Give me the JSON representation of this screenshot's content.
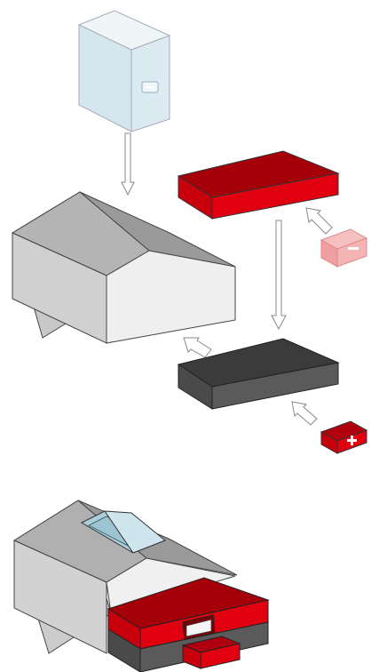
{
  "diagram": {
    "colors": {
      "background": "#ffffff",
      "ghost_box": "#d9e9ef",
      "house_roof": "#9e9e9e",
      "house_wall": "#eeeeee",
      "red_box": "#d7000f",
      "dark_box": "#4a4a4a",
      "pink_box": "#f2a3a3",
      "glass": "#9fc7d6",
      "arrow": "#ffffff",
      "outline": "#222222"
    },
    "elements": [
      {
        "name": "subtracted-volume-box",
        "icon": "minus-icon"
      },
      {
        "name": "house-roof-volume"
      },
      {
        "name": "red-extension-slab"
      },
      {
        "name": "pink-subtract-block",
        "icon": "minus-icon"
      },
      {
        "name": "dark-base-slab"
      },
      {
        "name": "red-add-block",
        "icon": "plus-icon"
      },
      {
        "name": "combined-result-model"
      }
    ],
    "arrows": [
      {
        "name": "arrow-down-to-house"
      },
      {
        "name": "arrow-down-to-dark-slab"
      },
      {
        "name": "arrow-pink-to-red"
      },
      {
        "name": "arrow-dark-to-house"
      },
      {
        "name": "arrow-red-to-dark"
      }
    ]
  }
}
